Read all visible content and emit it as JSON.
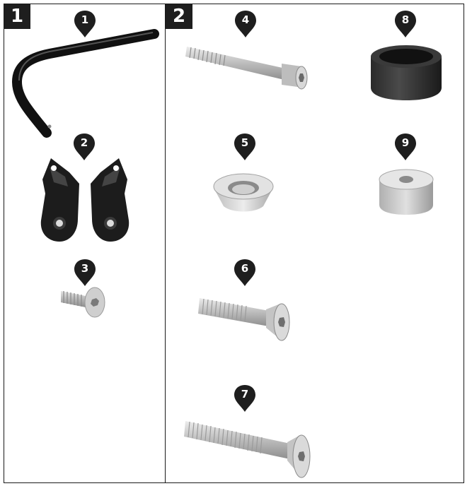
{
  "sections": [
    {
      "label": "1"
    },
    {
      "label": "2"
    }
  ],
  "parts": [
    {
      "number": "1",
      "icon": "bent-bar-icon"
    },
    {
      "number": "2",
      "icon": "mount-brackets-icon"
    },
    {
      "number": "3",
      "icon": "short-screw-icon"
    },
    {
      "number": "4",
      "icon": "socket-cap-bolt-icon"
    },
    {
      "number": "5",
      "icon": "conical-washer-icon"
    },
    {
      "number": "6",
      "icon": "countersunk-screw-icon"
    },
    {
      "number": "7",
      "icon": "long-countersunk-screw-icon"
    },
    {
      "number": "8",
      "icon": "dark-spacer-icon"
    },
    {
      "number": "9",
      "icon": "small-spacer-icon"
    }
  ],
  "colors": {
    "marker": "#1e1e1e",
    "metal": "#c8c8c8",
    "black_part": "#1c1c1c"
  }
}
